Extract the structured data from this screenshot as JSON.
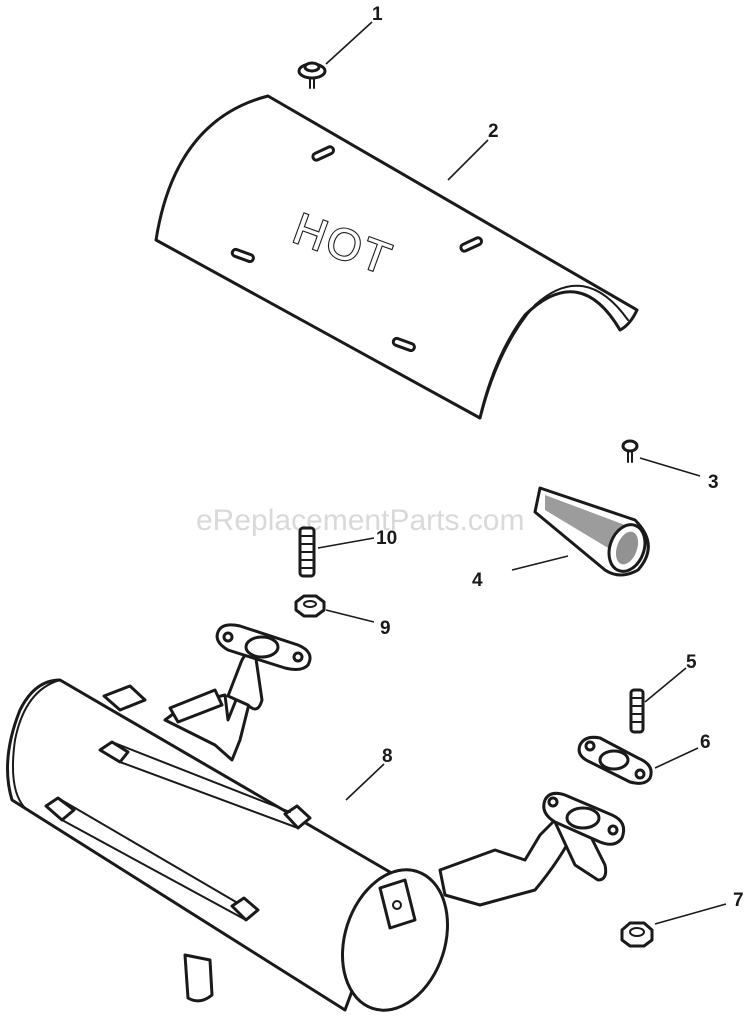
{
  "diagram": {
    "watermark": "eReplacementParts.com",
    "shield_text": "HOT",
    "callouts": [
      "1",
      "2",
      "3",
      "4",
      "5",
      "6",
      "7",
      "8",
      "9",
      "10"
    ]
  }
}
